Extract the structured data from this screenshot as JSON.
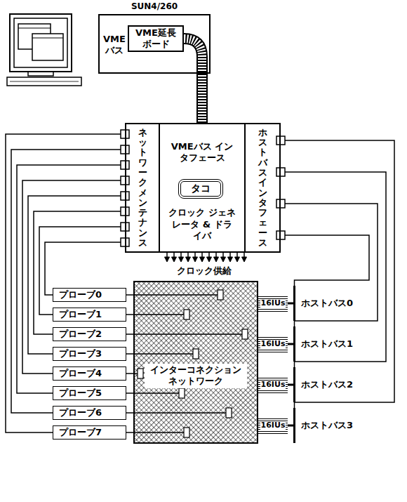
{
  "diagram": {
    "nodes": [
      {
        "text": [
          "SUN4/260",
          "VME バス"
        ]
      },
      {
        "text": [
          "VME延長 ボード"
        ],
        "in": 0
      },
      {
        "text": [
          "ネットワーク メンテナンス"
        ]
      },
      {
        "text": [
          "VMEバス インタフェース",
          "クロック ジェネレータ & ドライバ"
        ]
      },
      {
        "text": [
          "タコ"
        ],
        "in": 3
      },
      {
        "text": [
          "ホストバス インタフェース"
        ]
      },
      {
        "text": [
          "プローブ0"
        ]
      },
      {
        "text": [
          "プローブ1"
        ]
      },
      {
        "text": [
          "プローブ2"
        ]
      },
      {
        "text": [
          "プローブ3"
        ]
      },
      {
        "text": [
          "プローブ4"
        ]
      },
      {
        "text": [
          "プローブ5"
        ]
      },
      {
        "text": [
          "プローブ6"
        ]
      },
      {
        "text": [
          "プローブ7"
        ]
      },
      {
        "text": [
          "インターコネクション ネットワーク"
        ]
      },
      {
        "text": [
          "16IUs"
        ]
      },
      {
        "text": [
          "16IUs"
        ]
      },
      {
        "text": [
          "16IUs"
        ]
      },
      {
        "text": [
          "16IUs"
        ]
      },
      {
        "text": [
          "ホストバス0"
        ]
      },
      {
        "text": [
          "ホストバス1"
        ]
      },
      {
        "text": [
          "ホストバス2"
        ]
      },
      {
        "text": [
          "ホストバス3"
        ]
      }
    ],
    "edges": [
      {
        "from": 1,
        "to": 3,
        "arrow": "none"
      },
      {
        "from": 2,
        "to": 6,
        "arrow": "none"
      },
      {
        "from": 2,
        "to": 7,
        "arrow": "none"
      },
      {
        "from": 2,
        "to": 8,
        "arrow": "none"
      },
      {
        "from": 2,
        "to": 9,
        "arrow": "none"
      },
      {
        "from": 2,
        "to": 10,
        "arrow": "none"
      },
      {
        "from": 2,
        "to": 11,
        "arrow": "none"
      },
      {
        "from": 2,
        "to": 12,
        "arrow": "none"
      },
      {
        "from": 2,
        "to": 13,
        "arrow": "none"
      },
      {
        "from": 5,
        "to": 19,
        "arrow": "none"
      },
      {
        "from": 5,
        "to": 20,
        "arrow": "none"
      },
      {
        "from": 5,
        "to": 21,
        "arrow": "none"
      },
      {
        "from": 5,
        "to": 22,
        "arrow": "none"
      },
      {
        "from": 6,
        "to": 14,
        "arrow": "none"
      },
      {
        "from": 7,
        "to": 14,
        "arrow": "none"
      },
      {
        "from": 8,
        "to": 14,
        "arrow": "none"
      },
      {
        "from": 9,
        "to": 14,
        "arrow": "none"
      },
      {
        "from": 10,
        "to": 14,
        "arrow": "none"
      },
      {
        "from": 11,
        "to": 14,
        "arrow": "none"
      },
      {
        "from": 12,
        "to": 14,
        "arrow": "none"
      },
      {
        "from": 13,
        "to": 14,
        "arrow": "none"
      },
      {
        "from": 15,
        "to": 19,
        "arrow": "none"
      },
      {
        "from": 16,
        "to": 20,
        "arrow": "none"
      },
      {
        "from": 17,
        "to": 21,
        "arrow": "none"
      },
      {
        "from": 18,
        "to": 22,
        "arrow": "none"
      }
    ],
    "labels": [
      "クロック供給"
    ]
  }
}
